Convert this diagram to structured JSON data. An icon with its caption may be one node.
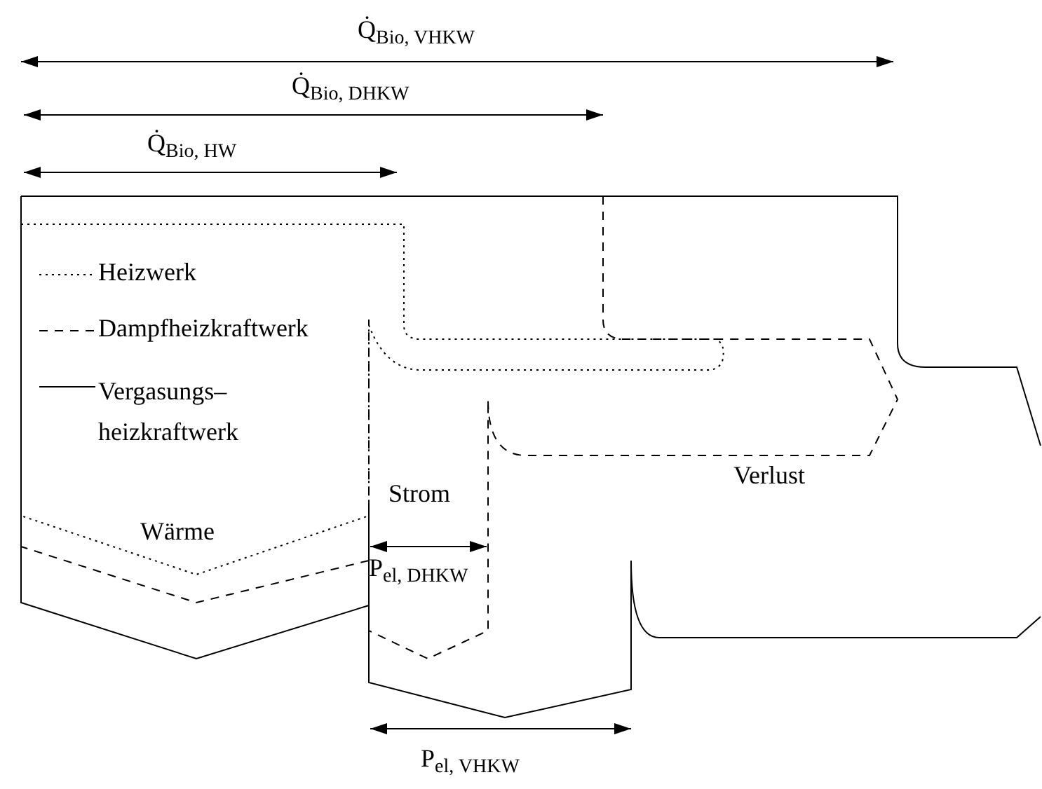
{
  "diagram": {
    "labels": [
      "Q̇$_{Bio, VHKW}$",
      "Q̇$_{Bio, DHKW}$",
      "Q̇$_{Bio, HW}$",
      "Wärme",
      "Strom",
      "P$_{el, DHKW}$",
      "Verlust",
      "P$_{el, VHKW}$"
    ],
    "legend": [
      {
        "text": "Heizwerk"
      },
      {
        "text": "Dampfheizkraftwerk"
      },
      {
        "text": "Vergasungs– heizkraftwerk"
      }
    ]
  }
}
